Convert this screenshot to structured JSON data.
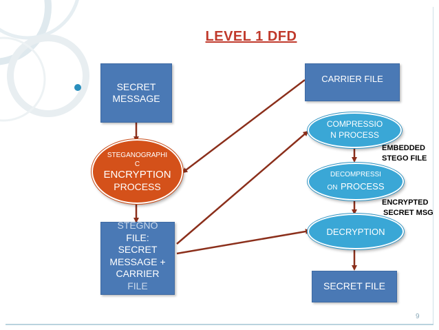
{
  "title": "LEVEL 1 DFD",
  "page_number": "9",
  "nodes": {
    "secret_message": [
      "SECRET",
      "MESSAGE"
    ],
    "stego_encryption": {
      "line1": "STEGANOGRAPHI",
      "line2": "C",
      "line3": "ENCRYPTION",
      "line4": "PROCESS"
    },
    "stego_file": [
      "STEGNO",
      "FILE:",
      "SECRET",
      "MESSAGE +",
      "CARRIER",
      "FILE"
    ],
    "carrier_file": "CARRIER FILE",
    "compression": {
      "line1": "COMPRESSIO",
      "line2": "N PROCESS"
    },
    "decompression": {
      "line1": "DECOMPRESSI",
      "line2a": "ON",
      "line2b": "PROCESS"
    },
    "decryption": "DECRYPTION",
    "secret_file": "SECRET FILE"
  },
  "labels": {
    "embedded_stego_file": [
      "EMBEDDED",
      "STEGO FILE"
    ],
    "encrypted_secret_msg": [
      "ENCRYPTED",
      "SECRET MSG"
    ]
  },
  "colors": {
    "box_blue": "#4a79b5",
    "ellipse_orange": "#d4511a",
    "ellipse_blue": "#3aa7d6",
    "title_red": "#c0392b",
    "arrow_brown": "#8b2f1b"
  }
}
